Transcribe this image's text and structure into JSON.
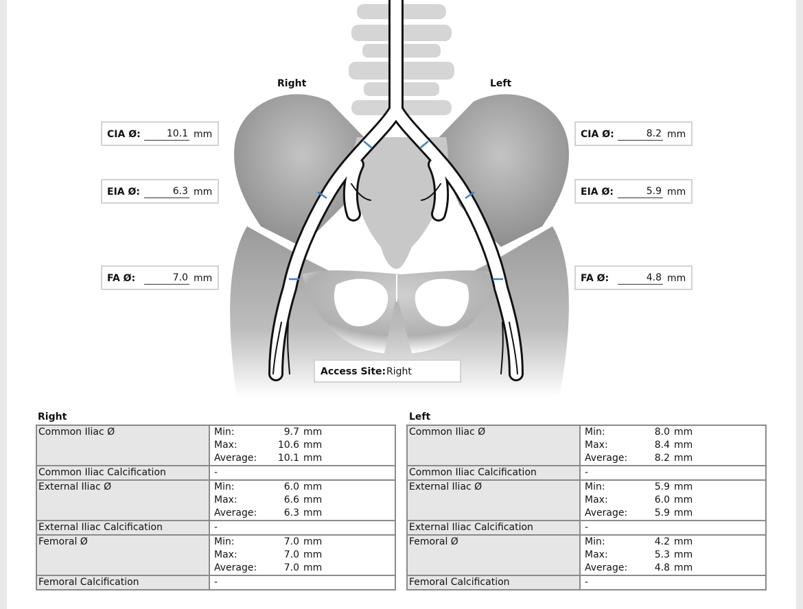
{
  "diagram": {
    "right_label": "Right",
    "left_label": "Left",
    "right_boxes": [
      {
        "label": "CIA Ø:",
        "value": "10.1",
        "unit": "mm"
      },
      {
        "label": "EIA Ø:",
        "value": "6.3",
        "unit": "mm"
      },
      {
        "label": "FA Ø:",
        "value": "7.0",
        "unit": "mm"
      }
    ],
    "left_boxes": [
      {
        "label": "CIA Ø:",
        "value": "8.2",
        "unit": "mm"
      },
      {
        "label": "EIA Ø:",
        "value": "5.9",
        "unit": "mm"
      },
      {
        "label": "FA Ø:",
        "value": "4.8",
        "unit": "mm"
      }
    ],
    "access_site": {
      "label": "Access Site:",
      "value": "Right"
    },
    "marker_color": "#3a7fd0"
  },
  "tables": {
    "right": {
      "title": "Right",
      "rows": [
        {
          "name": "Common Iliac Ø",
          "min": "9.7",
          "max": "10.6",
          "avg": "10.1"
        },
        {
          "name": "Common Iliac Calcification",
          "value": "-"
        },
        {
          "name": "External Iliac Ø",
          "min": "6.0",
          "max": "6.6",
          "avg": "6.3"
        },
        {
          "name": "External Iliac Calcification",
          "value": "-"
        },
        {
          "name": "Femoral Ø",
          "min": "7.0",
          "max": "7.0",
          "avg": "7.0"
        },
        {
          "name": "Femoral Calcification",
          "value": "-"
        }
      ]
    },
    "left": {
      "title": "Left",
      "rows": [
        {
          "name": "Common Iliac Ø",
          "min": "8.0",
          "max": "8.4",
          "avg": "8.2"
        },
        {
          "name": "Common Iliac Calcification",
          "value": "-"
        },
        {
          "name": "External Iliac Ø",
          "min": "5.9",
          "max": "6.0",
          "avg": "5.9"
        },
        {
          "name": "External Iliac Calcification",
          "value": "-"
        },
        {
          "name": "Femoral Ø",
          "min": "4.2",
          "max": "5.3",
          "avg": "4.8"
        },
        {
          "name": "Femoral Calcification",
          "value": "-"
        }
      ]
    },
    "stat_labels": {
      "min": "Min:",
      "max": "Max:",
      "avg": "Average:"
    },
    "unit": "mm"
  }
}
